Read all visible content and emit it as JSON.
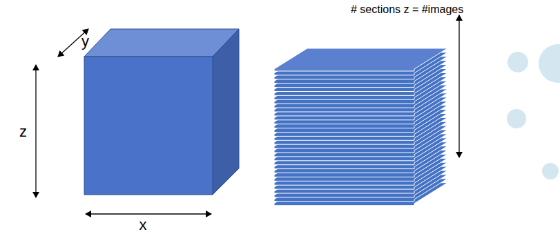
{
  "diagram": {
    "labels": [
      "# sections z = #images",
      "y",
      "z",
      "x"
    ]
  }
}
